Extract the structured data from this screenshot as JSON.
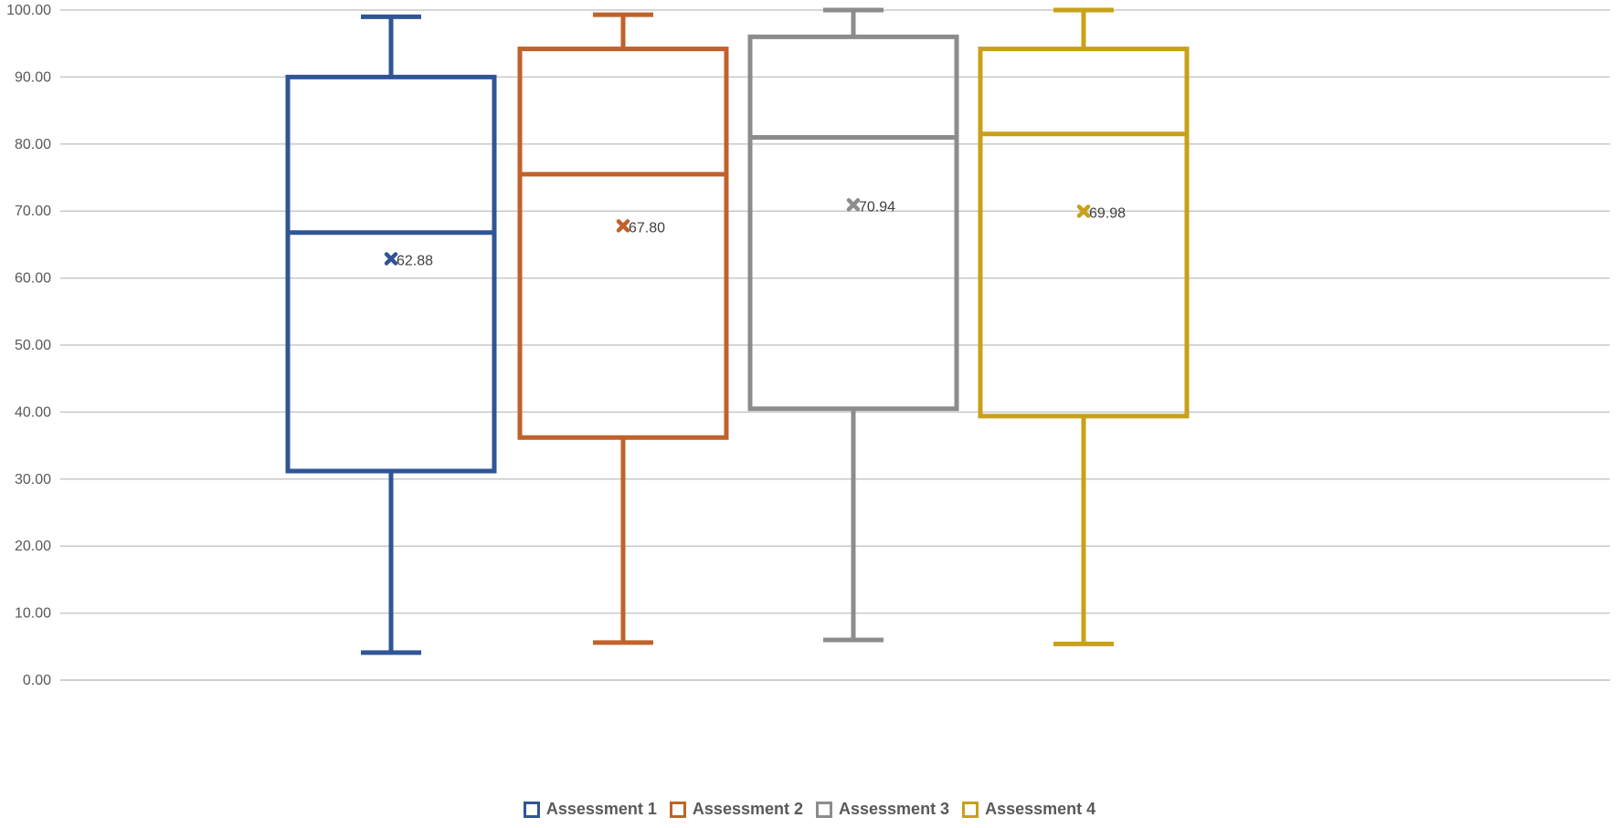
{
  "chart_data": {
    "type": "boxplot",
    "title": "",
    "xlabel": "",
    "ylabel": "",
    "ylim": [
      0,
      100
    ],
    "y_ticks": [
      "0.00",
      "10.00",
      "20.00",
      "30.00",
      "40.00",
      "50.00",
      "60.00",
      "70.00",
      "80.00",
      "90.00",
      "100.00"
    ],
    "grid": "horizontal",
    "legend_position": "bottom",
    "series": [
      {
        "name": "Assessment 1",
        "color": "#2F5597",
        "min": 4.1,
        "q1": 31.2,
        "median": 66.8,
        "q3": 90.0,
        "max": 99.0,
        "mean": 62.88,
        "mean_label": "62.88"
      },
      {
        "name": "Assessment 2",
        "color": "#C0622A",
        "min": 5.6,
        "q1": 36.2,
        "median": 75.5,
        "q3": 94.2,
        "max": 99.3,
        "mean": 67.8,
        "mean_label": "67.80"
      },
      {
        "name": "Assessment 3",
        "color": "#8C8C8C",
        "min": 6.0,
        "q1": 40.5,
        "median": 81.0,
        "q3": 96.0,
        "max": 100.0,
        "mean": 70.94,
        "mean_label": "70.94"
      },
      {
        "name": "Assessment 4",
        "color": "#C9A019",
        "min": 5.4,
        "q1": 39.4,
        "median": 81.5,
        "q3": 94.2,
        "max": 100.0,
        "mean": 69.98,
        "mean_label": "69.98"
      }
    ]
  }
}
